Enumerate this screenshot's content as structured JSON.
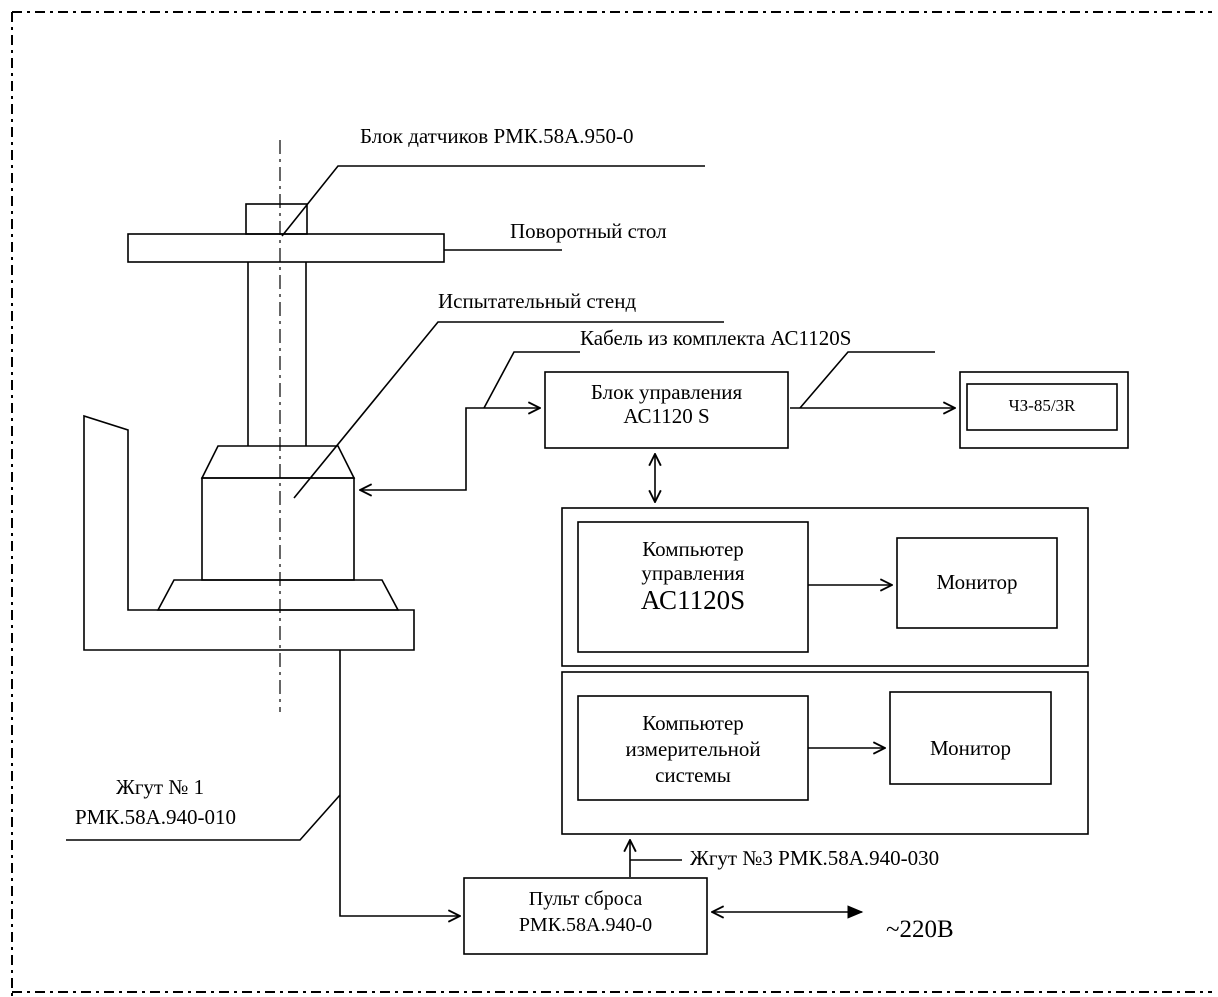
{
  "labels": {
    "sensor_block": "Блок датчиков  РМК.58А.950-0",
    "rotary_table": "Поворотный стол",
    "test_stand": "Испытательный стенд",
    "cable": "Кабель из комплекта АС1120S",
    "harness1_line1": "Жгут № 1",
    "harness1_line2": "РМК.58А.940-010",
    "harness3": "Жгут №3 РМК.58А.940-030",
    "power": "~220В"
  },
  "blocks": {
    "control_unit": {
      "line1": "Блок управления",
      "line2": "АС1120 S"
    },
    "frequency_meter": {
      "label": "ЧЗ-85/3R"
    },
    "control_computer": {
      "line1": "Компьютер",
      "line2": "управления",
      "line3": "АС1120S"
    },
    "monitor_1": {
      "label": "Монитор"
    },
    "measurement_computer": {
      "line1": "Компьютер",
      "line2": "измерительной",
      "line3": "системы"
    },
    "monitor_2": {
      "label": "Монитор"
    },
    "reset_panel": {
      "line1": "Пульт сброса",
      "line2": "РМК.58А.940-0"
    }
  }
}
